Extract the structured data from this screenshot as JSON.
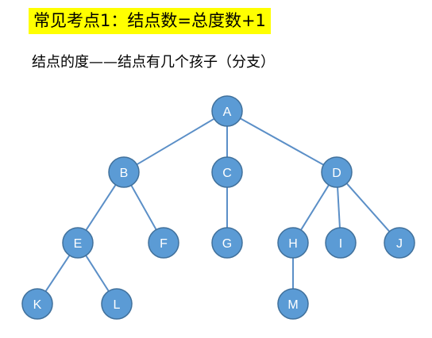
{
  "header": {
    "title": "常见考点1：结点数=总度数+1",
    "subtitle": "结点的度——结点有几个孩子（分支）"
  },
  "colors": {
    "highlight": "#ffff00",
    "node_fill": "#5b9bd5",
    "node_stroke": "#41719c",
    "edge": "#5b8fc7",
    "node_text": "#ffffff"
  },
  "tree": {
    "nodes": {
      "A": "A",
      "B": "B",
      "C": "C",
      "D": "D",
      "E": "E",
      "F": "F",
      "G": "G",
      "H": "H",
      "I": "I",
      "J": "J",
      "K": "K",
      "L": "L",
      "M": "M"
    },
    "edges": [
      [
        "A",
        "B"
      ],
      [
        "A",
        "C"
      ],
      [
        "A",
        "D"
      ],
      [
        "B",
        "E"
      ],
      [
        "B",
        "F"
      ],
      [
        "C",
        "G"
      ],
      [
        "D",
        "H"
      ],
      [
        "D",
        "I"
      ],
      [
        "D",
        "J"
      ],
      [
        "E",
        "K"
      ],
      [
        "E",
        "L"
      ],
      [
        "H",
        "M"
      ]
    ]
  }
}
